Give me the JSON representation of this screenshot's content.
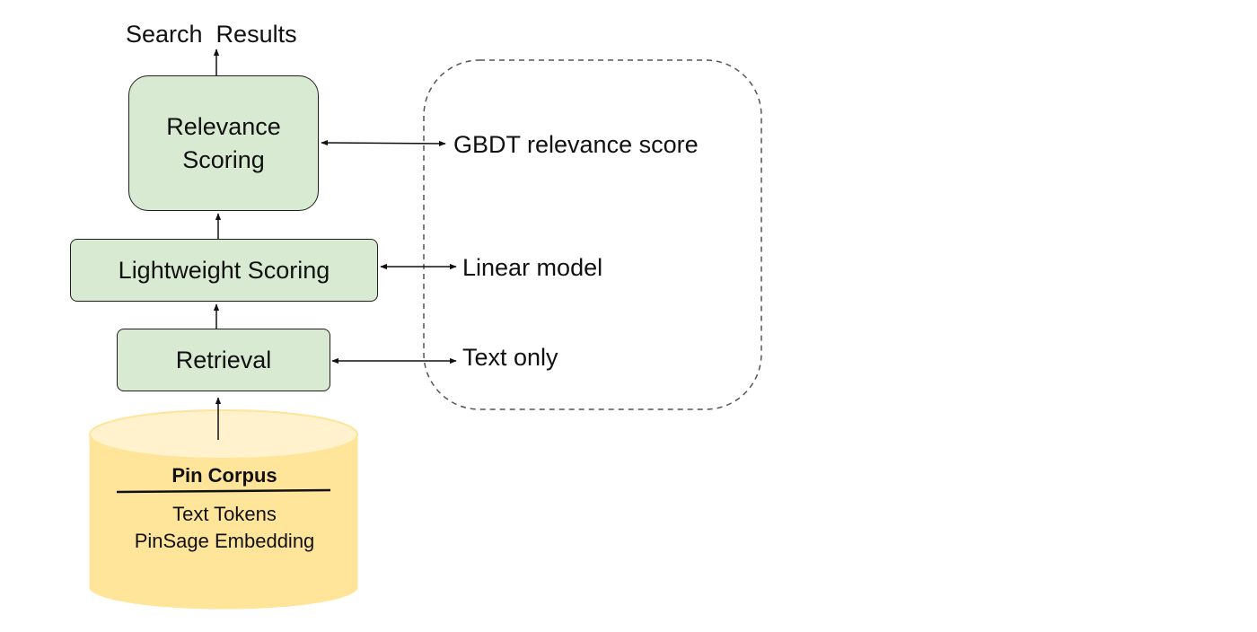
{
  "diagram": {
    "output_label": "Search  Results",
    "stages": {
      "relevance": {
        "line1": "Relevance",
        "line2": "Scoring"
      },
      "lightweight": {
        "label": "Lightweight Scoring"
      },
      "retrieval": {
        "label": "Retrieval"
      }
    },
    "corpus": {
      "title": "Pin Corpus",
      "line1": "Text Tokens",
      "line2": "PinSage Embedding"
    },
    "models": {
      "relevance": "GBDT relevance score",
      "lightweight": "Linear model",
      "retrieval": "Text only"
    }
  },
  "colors": {
    "box_fill": "#d9ead3",
    "corpus_fill": "#ffe599",
    "corpus_top": "#fff2cc",
    "stroke": "#1f1f1f",
    "dashed_stroke": "#555555",
    "text": "#111111"
  }
}
